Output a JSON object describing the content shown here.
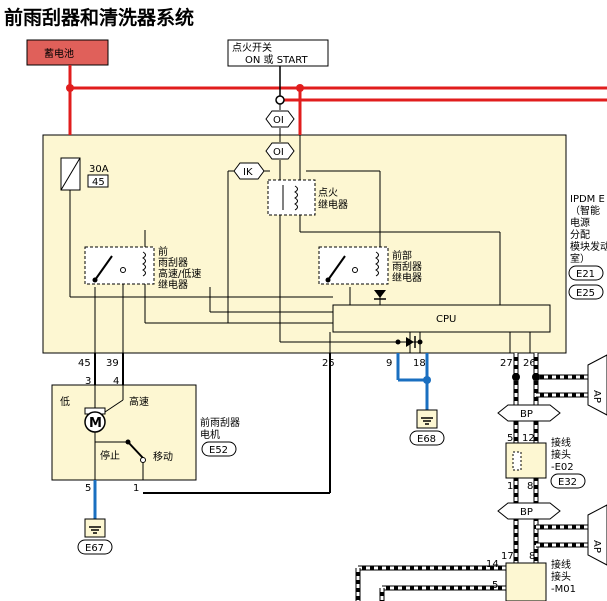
{
  "title": "前雨刮器和清洗器系统",
  "battery": "蓄电池",
  "ignition_switch": [
    "点火开关",
    "ON 或 START"
  ],
  "fuse": {
    "amps": "30A",
    "id": "45"
  },
  "connectors": {
    "oi": "OI",
    "ik": "IK",
    "bp": "BP",
    "ap": "AP"
  },
  "ignition_relay": [
    "点火",
    "继电器"
  ],
  "hi_lo_relay": [
    "前",
    "雨刮器",
    "高速/低速",
    "继电器"
  ],
  "front_wiper_relay": [
    "前部",
    "雨刮器",
    "继电器"
  ],
  "cpu": "CPU",
  "ipdm": {
    "lines": [
      "IPDM E",
      "（智能",
      "电源",
      "分配",
      "模块发动",
      "室）"
    ],
    "conn1": "E21",
    "conn2": "E25"
  },
  "pins": {
    "p45": "45",
    "p39": "39",
    "p25": "25",
    "p9": "9",
    "p18": "18",
    "p27": "27",
    "p26": "26",
    "m3": "3",
    "m4": "4",
    "m5": "5",
    "m1": "1",
    "j5": "5",
    "j12": "12",
    "j1": "1",
    "j8": "8",
    "k14": "14",
    "k17": "17",
    "k8": "8",
    "k5": "5"
  },
  "motor": {
    "low": "低",
    "high": "高速",
    "stop": "停止",
    "move": "移动",
    "symbol": "M",
    "name": [
      "前雨刮器",
      "电机"
    ],
    "conn": "E52"
  },
  "grounds": {
    "g1": "E68",
    "g2": "E67"
  },
  "joint1": {
    "name": [
      "接线",
      "接头",
      "-E02"
    ],
    "conn": "E32"
  },
  "joint2": {
    "name": [
      "接线",
      "接头",
      "-M01"
    ]
  },
  "colors": {
    "battery_fill": "#e0605a",
    "ipdm_fill": "#fdf7d2",
    "power_wire": "#e11d1d",
    "ground_wire": "#1a6fc0"
  }
}
